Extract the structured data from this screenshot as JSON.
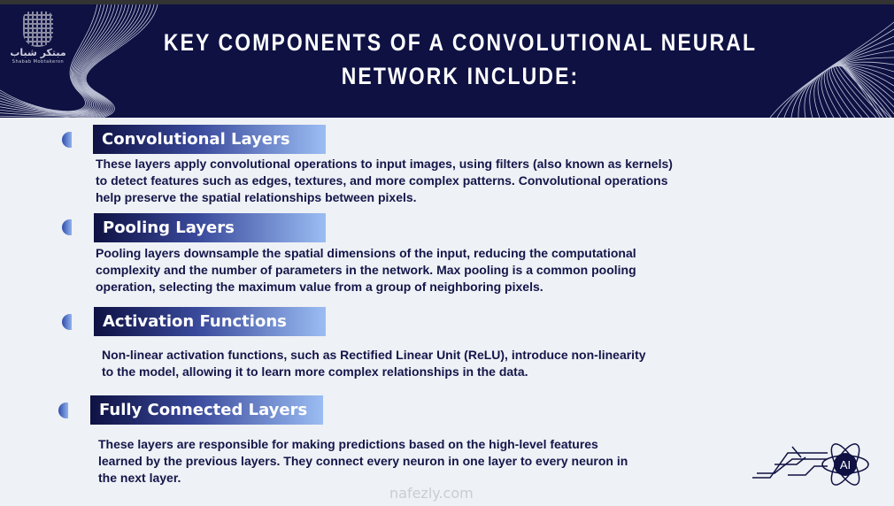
{
  "header": {
    "title_line1": "KEY COMPONENTS OF A CONVOLUTIONAL NEURAL",
    "title_line2": "NETWORK INCLUDE:"
  },
  "logo": {
    "arabic": "مبتكر شباب",
    "english": "Shabab Mobtakeron"
  },
  "sections": [
    {
      "label": "Convolutional Layers",
      "lines": [
        "These layers apply convolutional operations to input images, using filters (also known as kernels)",
        "to detect features such as edges, textures, and more complex patterns. Convolutional operations",
        "help preserve the spatial relationships between pixels."
      ]
    },
    {
      "label": "Pooling Layers",
      "lines": [
        "Pooling layers downsample the spatial dimensions of the input, reducing the computational",
        "complexity and the number of parameters in the network. Max pooling is a common pooling",
        "operation, selecting the maximum value from a group of neighboring pixels."
      ]
    },
    {
      "label": "Activation Functions",
      "lines": [
        "Non-linear activation functions, such as Rectified Linear Unit (ReLU), introduce non-linearity",
        "to the model, allowing it to learn more complex relationships in the data."
      ]
    },
    {
      "label": "Fully Connected Layers",
      "lines": [
        "These layers are responsible for making predictions based on the high-level features",
        "learned by the previous layers. They connect every neuron in one layer to every neuron in",
        "the next layer."
      ]
    }
  ],
  "ai_badge": "AI",
  "watermark": "nafezly.com"
}
